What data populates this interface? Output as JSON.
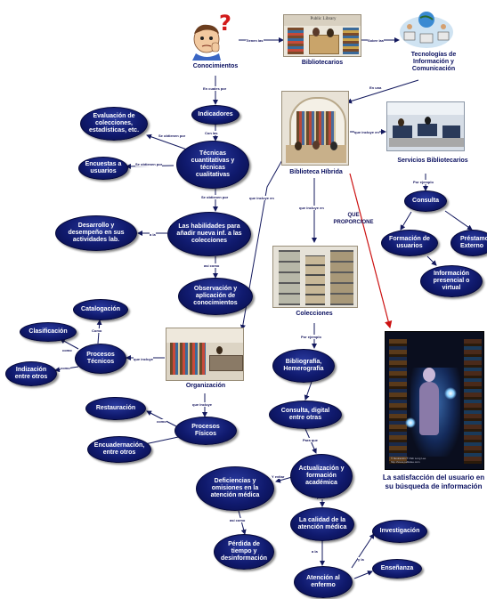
{
  "colors": {
    "node_fill": "#101a6e",
    "line": "#13195e",
    "red_arrow": "#cc1111",
    "text": "#0a1060"
  },
  "nodes": {
    "conocimientos": "Conocimientos",
    "bibliotecarios": "Bibliotecarios",
    "tic": "Tecnologías de Información y Comunicación",
    "indicadores": "Indicadores",
    "evaluacion": "Evaluación de colecciones, estadísticas, etc.",
    "tecnicas": "Técnicas cuantitativas y técnicas cualitativas",
    "encuestas": "Encuestas a usuarios",
    "habilidades": "Las habilidades para añadir nueva inf. a las colecciones",
    "desarrollo": "Desarrollo y desempeño en sus actividades lab.",
    "observacion": "Observación y aplicación de conocimientos",
    "biblioteca_hibrida": "Biblioteca Híbrida",
    "servicios": "Servicios Bibliotecarios",
    "consulta": "Consulta",
    "formacion": "Formación de usuarios",
    "prestamo": "Préstamo Externo",
    "info_presencial": "Información presencial o virtual",
    "colecciones": "Colecciones",
    "bibliografia": "Bibliografía, Hemerografía",
    "consulta_digital": "Consulta, digital entre otras",
    "actualizacion": "Actualización y formación académica",
    "deficiencias": "Deficiencias y omisiones en la atención médica",
    "perdida": "Pérdida de tiempo y desinformación",
    "calidad": "La calidad de la atención médica",
    "atencion": "Atención al enfermo",
    "investigacion": "Investigación",
    "ensenanza": "Enseñanza",
    "catalogacion": "Catalogación",
    "clasificacion": "Clasificación",
    "procesos_tecnicos": "Procesos Técnicos",
    "indizacion": "Indización entre otros",
    "organizacion": "Organización",
    "restauracion": "Restauración",
    "procesos_fisicos": "Procesos Físicos",
    "encuadernacion": "Encuadernación, entre otros",
    "satisfaccion": "La satisfacción del usuario en su búsqueda de información"
  },
  "link_labels": {
    "tienen_las": "Tienen las",
    "sobre_las": "Sobre las",
    "en_una": "En una",
    "en_cuales_por": "En cuales por",
    "que_incluye_en": "que incluye en",
    "por_ejemplo_1": "Por ejemplo",
    "por_ejemplo_2": "Por ejemplo",
    "que_incluye_en_2": "que incluye en",
    "que_incluye_en_3": "que incluye en",
    "con_las": "Con las",
    "se_obtienen_1": "Se obtienen por",
    "se_obtienen_2": "Se obtienen por",
    "se_obtienen_3": "Se obtienen por",
    "a_la": "a la",
    "asi_como": "así como",
    "que_incluye_org": "que incluye",
    "que_incluye_fis": "que incluye",
    "como_1": "Como",
    "como_2": "como",
    "como_3": "como",
    "como_4": "como",
    "para_que": "Para que",
    "y_evitar": "Y evitar",
    "asi_como_2": "así como",
    "para": "para",
    "a_la_2": "a la",
    "y_la": "y la"
  },
  "question_label": "QUE PROPORCIONE",
  "photo_texts": {
    "biblio_sign": "Public Library",
    "caption1": "© Ilustración ® Pab Long Lee",
    "caption2": "http://www.pablolee.com"
  }
}
